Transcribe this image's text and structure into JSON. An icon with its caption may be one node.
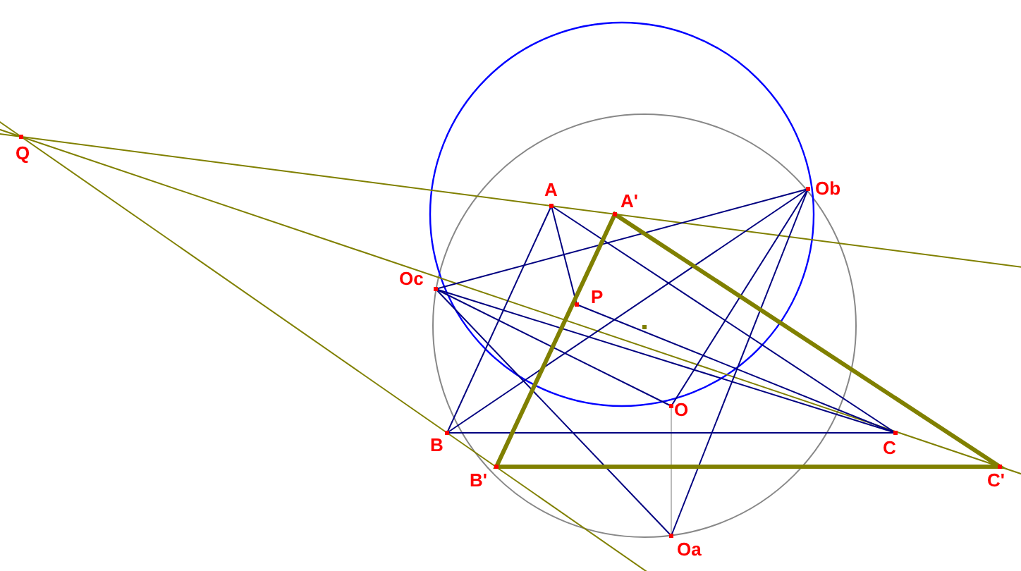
{
  "diagram": {
    "labels": [
      "Q",
      "A",
      "A'",
      "Ob",
      "Oc",
      "P",
      "O",
      "B",
      "C",
      "B'",
      "C'",
      "Oa"
    ]
  }
}
